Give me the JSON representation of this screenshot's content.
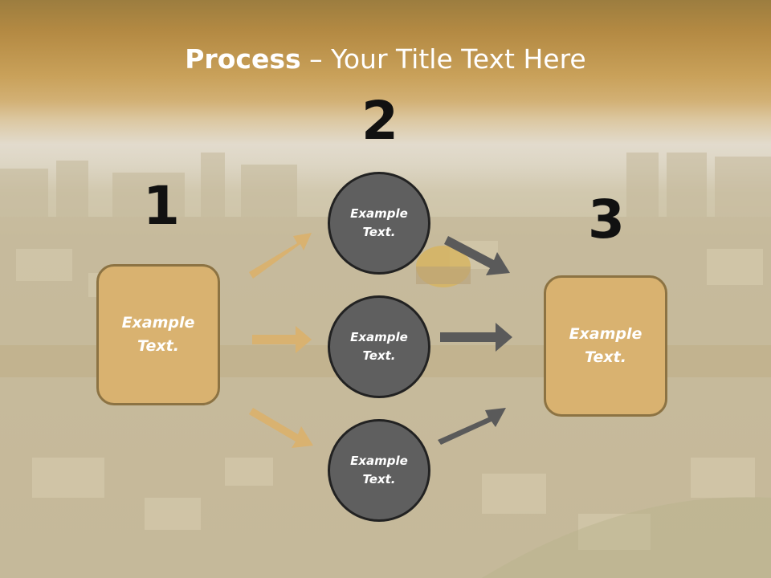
{
  "slide": {
    "title_bold": "Process",
    "title_rest": " – Your Title Text Here",
    "step_numbers": [
      "1",
      "2",
      "3"
    ],
    "left_box_text": "Example Text.",
    "right_box_text": "Example Text.",
    "circles": [
      {
        "text": "Example Text."
      },
      {
        "text": "Example Text."
      },
      {
        "text": "Example Text."
      }
    ]
  },
  "colors": {
    "box_fill": "#d9b270",
    "box_border": "#8c7343",
    "circle_fill": "#5f5f5f",
    "circle_border": "#222222",
    "gold_arrow": "#d9b270",
    "gray_arrow": "#5a5a5a"
  }
}
